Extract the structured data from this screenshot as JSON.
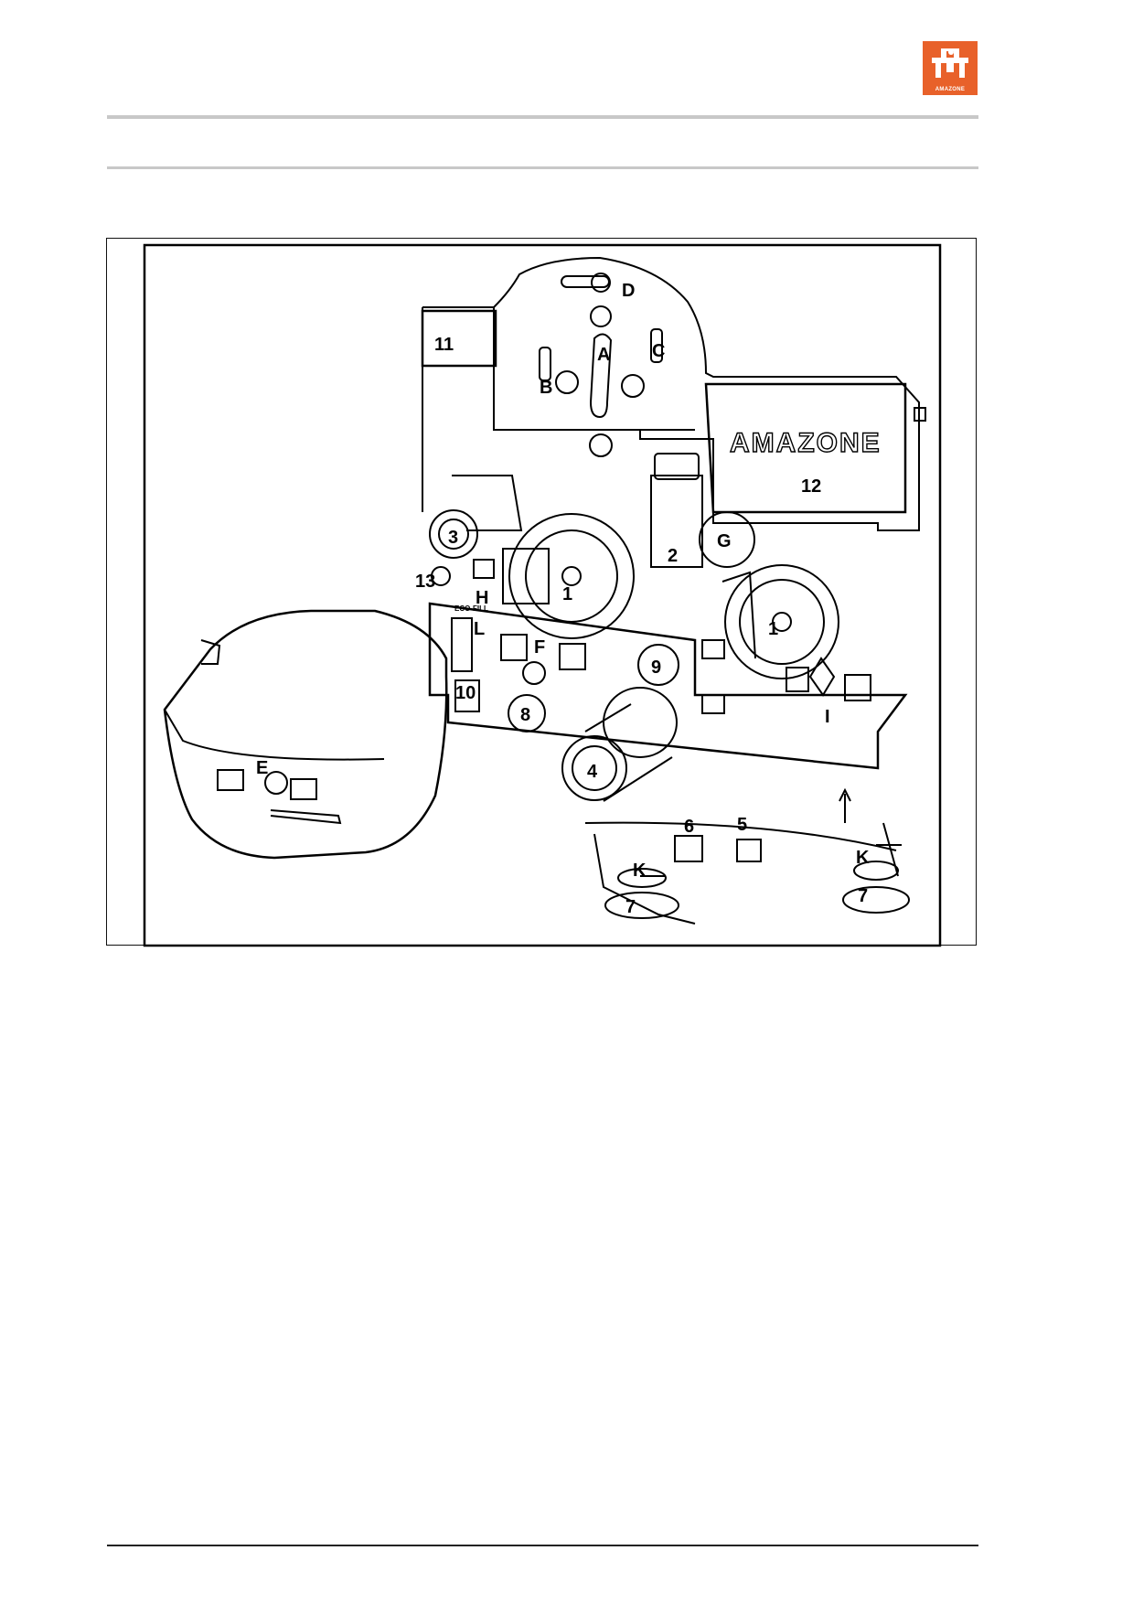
{
  "header": {
    "logo": {
      "icon": "amazone-logo-icon",
      "text": "AMAZONE",
      "color": "#e8612a"
    }
  },
  "figure": {
    "brand_text": "AMAZONE",
    "eco_fill_text": "ECO-FILL",
    "labels": {
      "A": "A",
      "B": "B",
      "C": "C",
      "D": "D",
      "E": "E",
      "F": "F",
      "G": "G",
      "H": "H",
      "I": "I",
      "K_left": "K",
      "K_right": "K",
      "L": "L",
      "n1_left": "1",
      "n1_right": "1",
      "n2": "2",
      "n3": "3",
      "n4": "4",
      "n5": "5",
      "n6": "6",
      "n7_left": "7",
      "n7_right": "7",
      "n8": "8",
      "n9": "9",
      "n10": "10",
      "n11": "11",
      "n12": "12",
      "n13": "13"
    }
  }
}
